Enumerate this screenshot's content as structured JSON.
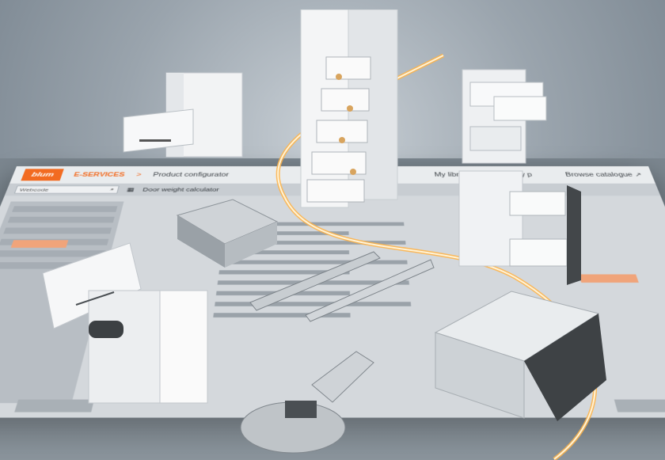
{
  "app": {
    "logo": "blum",
    "breadcrumb": [
      "E-SERVICES",
      "Product configurator"
    ],
    "breadcrumb_sep": ">",
    "nav_right": [
      "My library ↗",
      "My p",
      "Browse catalogue ↗"
    ]
  },
  "toolbar": {
    "search_value": "Webcode",
    "tool_label": "Door weight calculator"
  },
  "icons": {
    "search": "search-icon",
    "calculator": "calculator-icon"
  },
  "colors": {
    "brand": "#f26b21",
    "spark": "#ffb347"
  }
}
